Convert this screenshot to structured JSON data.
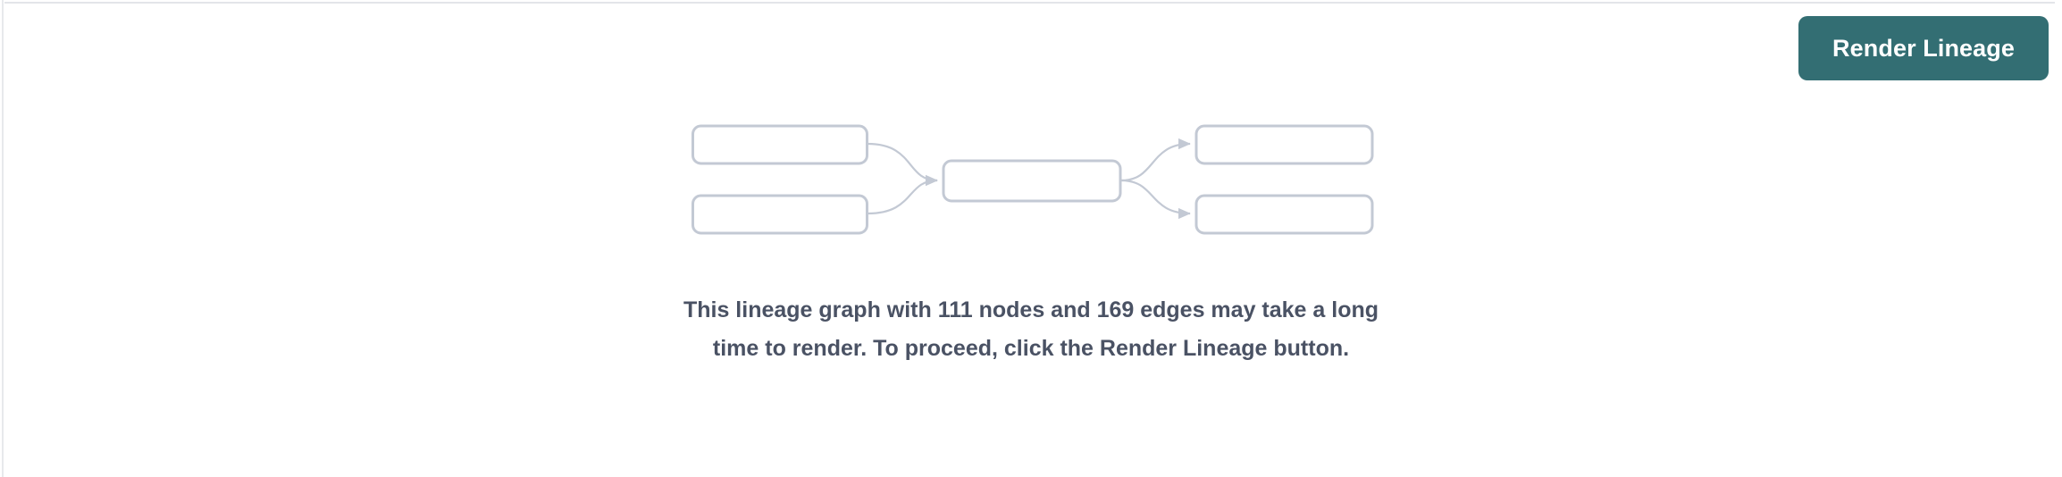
{
  "panel": {
    "background_color": "#ffffff",
    "border_color": "#e3e5e9"
  },
  "toolbar": {
    "render_button_label": "Render Lineage",
    "render_button_color": "#336e73",
    "render_button_text_color": "#ffffff"
  },
  "placeholder": {
    "message": "This lineage graph with 111 nodes and 169 edges may take a long time to render. To proceed, click the Render Lineage button.",
    "message_color": "#4a5264",
    "node_count": "111",
    "edge_count": "169",
    "illustration": {
      "node_outline_color": "#c3c9d4",
      "edge_color": "#c3c9d4",
      "node_fill_color": "#ffffff",
      "upstream_nodes": [
        "",
        ""
      ],
      "focus_node": "",
      "downstream_nodes": [
        "",
        ""
      ]
    }
  }
}
